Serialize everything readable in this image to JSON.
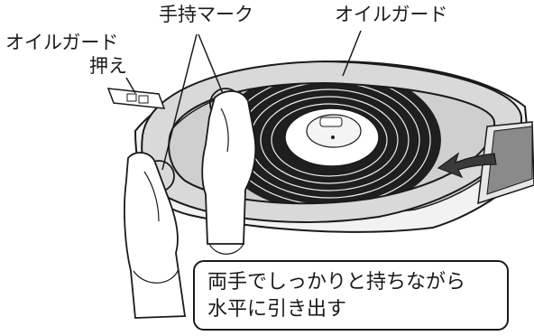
{
  "labels": {
    "oil_guard_press_line1": "オイルガード",
    "oil_guard_press_line2": "押え",
    "handle_mark": "手持マーク",
    "oil_guard": "オイルガード"
  },
  "instruction": {
    "line1": "両手でしっかりと持ちながら",
    "line2": "水平に引き出す"
  },
  "colors": {
    "outline": "#1a1a1a",
    "guard_fill": "#d9d9d9",
    "panel_fill": "#e6e6e6",
    "arrow_fill": "#3a3a3a",
    "background": "#ffffff"
  }
}
